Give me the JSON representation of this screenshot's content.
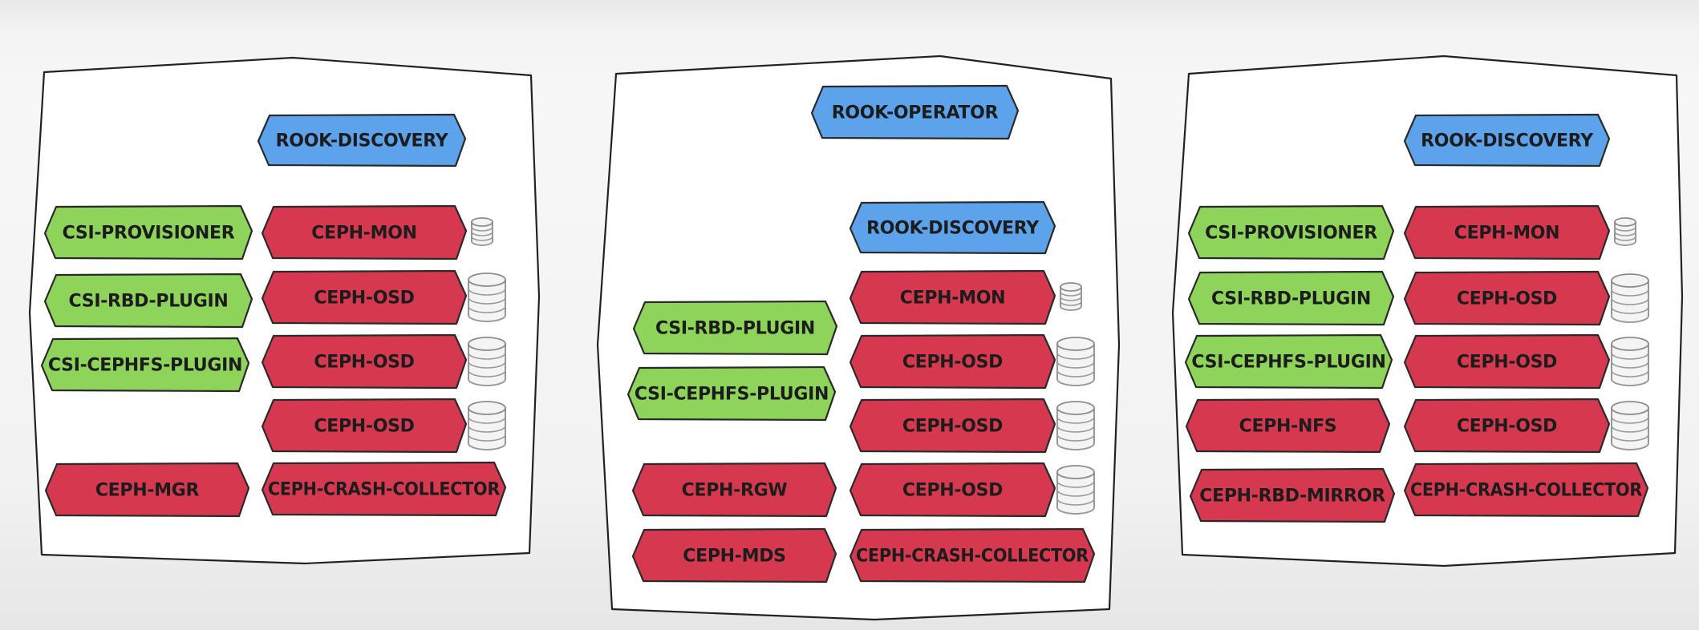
{
  "colors": {
    "blue": "#5da3ec",
    "green": "#8ed35a",
    "red": "#d6394f"
  },
  "panels": [
    {
      "name": "node-left",
      "pods": [
        {
          "label": "ROOK-DISCOVERY",
          "color": "blue",
          "disk": "none"
        },
        {
          "label": "CSI-PROVISIONER",
          "color": "green",
          "disk": "none"
        },
        {
          "label": "CEPH-MON",
          "color": "red",
          "disk": "small"
        },
        {
          "label": "CSI-RBD-PLUGIN",
          "color": "green",
          "disk": "none"
        },
        {
          "label": "CEPH-OSD",
          "color": "red",
          "disk": "large"
        },
        {
          "label": "CSI-CEPHFS-PLUGIN",
          "color": "green",
          "disk": "none"
        },
        {
          "label": "CEPH-OSD",
          "color": "red",
          "disk": "large"
        },
        {
          "label": "CEPH-OSD",
          "color": "red",
          "disk": "large"
        },
        {
          "label": "CEPH-MGR",
          "color": "red",
          "disk": "none"
        },
        {
          "label": "CEPH-CRASH-COLLECTOR",
          "color": "red",
          "disk": "none"
        }
      ]
    },
    {
      "name": "node-middle",
      "pods": [
        {
          "label": "ROOK-OPERATOR",
          "color": "blue",
          "disk": "none"
        },
        {
          "label": "ROOK-DISCOVERY",
          "color": "blue",
          "disk": "none"
        },
        {
          "label": "CEPH-MON",
          "color": "red",
          "disk": "small"
        },
        {
          "label": "CSI-RBD-PLUGIN",
          "color": "green",
          "disk": "none"
        },
        {
          "label": "CEPH-OSD",
          "color": "red",
          "disk": "large"
        },
        {
          "label": "CSI-CEPHFS-PLUGIN",
          "color": "green",
          "disk": "none"
        },
        {
          "label": "CEPH-OSD",
          "color": "red",
          "disk": "large"
        },
        {
          "label": "CEPH-RGW",
          "color": "red",
          "disk": "none"
        },
        {
          "label": "CEPH-OSD",
          "color": "red",
          "disk": "large"
        },
        {
          "label": "CEPH-MDS",
          "color": "red",
          "disk": "none"
        },
        {
          "label": "CEPH-CRASH-COLLECTOR",
          "color": "red",
          "disk": "none"
        }
      ]
    },
    {
      "name": "node-right",
      "pods": [
        {
          "label": "ROOK-DISCOVERY",
          "color": "blue",
          "disk": "none"
        },
        {
          "label": "CSI-PROVISIONER",
          "color": "green",
          "disk": "none"
        },
        {
          "label": "CEPH-MON",
          "color": "red",
          "disk": "small"
        },
        {
          "label": "CSI-RBD-PLUGIN",
          "color": "green",
          "disk": "none"
        },
        {
          "label": "CEPH-OSD",
          "color": "red",
          "disk": "large"
        },
        {
          "label": "CSI-CEPHFS-PLUGIN",
          "color": "green",
          "disk": "none"
        },
        {
          "label": "CEPH-OSD",
          "color": "red",
          "disk": "large"
        },
        {
          "label": "CEPH-NFS",
          "color": "red",
          "disk": "none"
        },
        {
          "label": "CEPH-OSD",
          "color": "red",
          "disk": "large"
        },
        {
          "label": "CEPH-RBD-MIRROR",
          "color": "red",
          "disk": "none"
        },
        {
          "label": "CEPH-CRASH-COLLECTOR",
          "color": "red",
          "disk": "none"
        }
      ]
    }
  ]
}
